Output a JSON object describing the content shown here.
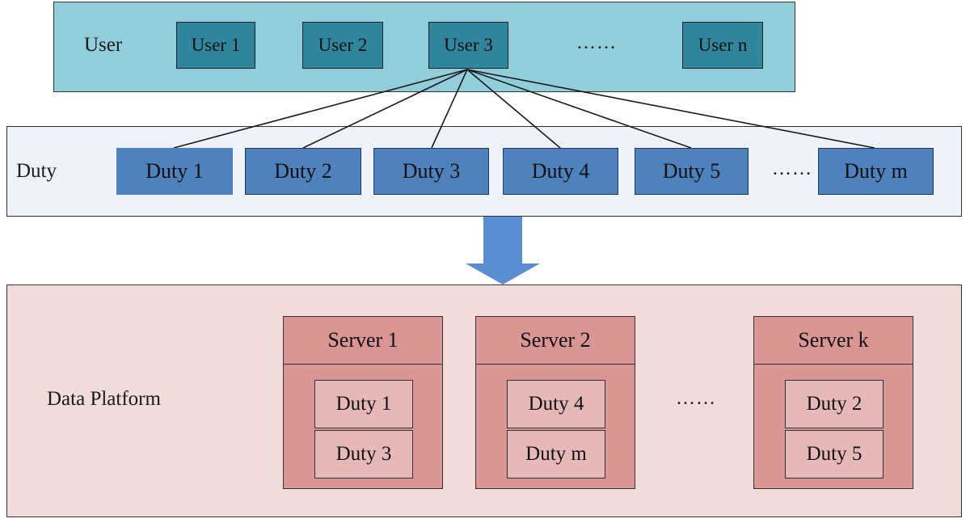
{
  "user_section": {
    "label": "User",
    "users": [
      "User 1",
      "User 2",
      "User 3",
      "User n"
    ],
    "ellipsis": "……"
  },
  "duty_section": {
    "label": "Duty",
    "duties": [
      "Duty 1",
      "Duty 2",
      "Duty 3",
      "Duty 4",
      "Duty 5",
      "Duty m"
    ],
    "ellipsis": "……"
  },
  "platform_section": {
    "label": "Data Platform",
    "servers": [
      {
        "name": "Server 1",
        "duties": [
          "Duty 1",
          "Duty 3"
        ]
      },
      {
        "name": "Server 2",
        "duties": [
          "Duty 4",
          "Duty m"
        ]
      },
      {
        "name": "Server k",
        "duties": [
          "Duty 2",
          "Duty 5"
        ]
      }
    ],
    "ellipsis": "……"
  },
  "colors": {
    "user_bg": "#92cddc",
    "user_box": "#31859c",
    "duty_bg": "#eef2f9",
    "duty_box": "#4f81bd",
    "arrow": "#5a8ed0",
    "platform_bg": "#f2dcdb",
    "server_box": "#d99694",
    "server_duty": "#e6b9b8"
  }
}
